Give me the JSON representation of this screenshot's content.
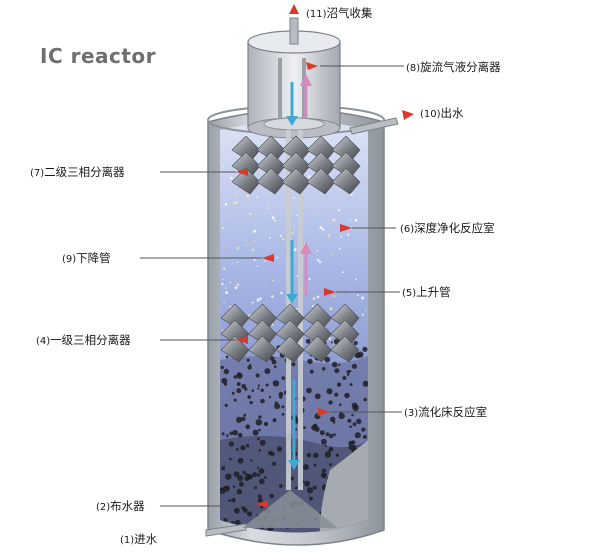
{
  "title": "IC reactor",
  "labels": {
    "biogas": {
      "num": "(11)",
      "text": "沼气收集"
    },
    "cyclone": {
      "num": "(8)",
      "text": "旋流气液分离器"
    },
    "outlet": {
      "num": "(10)",
      "text": "出水"
    },
    "second_separator": {
      "num": "(7)",
      "text": "二级三相分离器"
    },
    "polish_chamber": {
      "num": "(6)",
      "text": "深度净化反应室"
    },
    "downcomer": {
      "num": "(9)",
      "text": "下降管"
    },
    "riser": {
      "num": "(5)",
      "text": "上升管"
    },
    "first_separator": {
      "num": "(4)",
      "text": "一级三相分离器"
    },
    "fluidized_bed": {
      "num": "(3)",
      "text": "流化床反应室"
    },
    "distributor": {
      "num": "(2)",
      "text": "布水器"
    },
    "inlet": {
      "num": "(1)",
      "text": "进水"
    }
  },
  "colors": {
    "shell": "#cfd3d8",
    "liquid_upper": "#a9b8e6",
    "liquid_lower": "#7c86b8",
    "sludge": "#2b2b2b",
    "downflow_arrow": "#3fa9d6",
    "upflow_arrow": "#d88ac0",
    "pointer_red": "#d93a2b"
  }
}
